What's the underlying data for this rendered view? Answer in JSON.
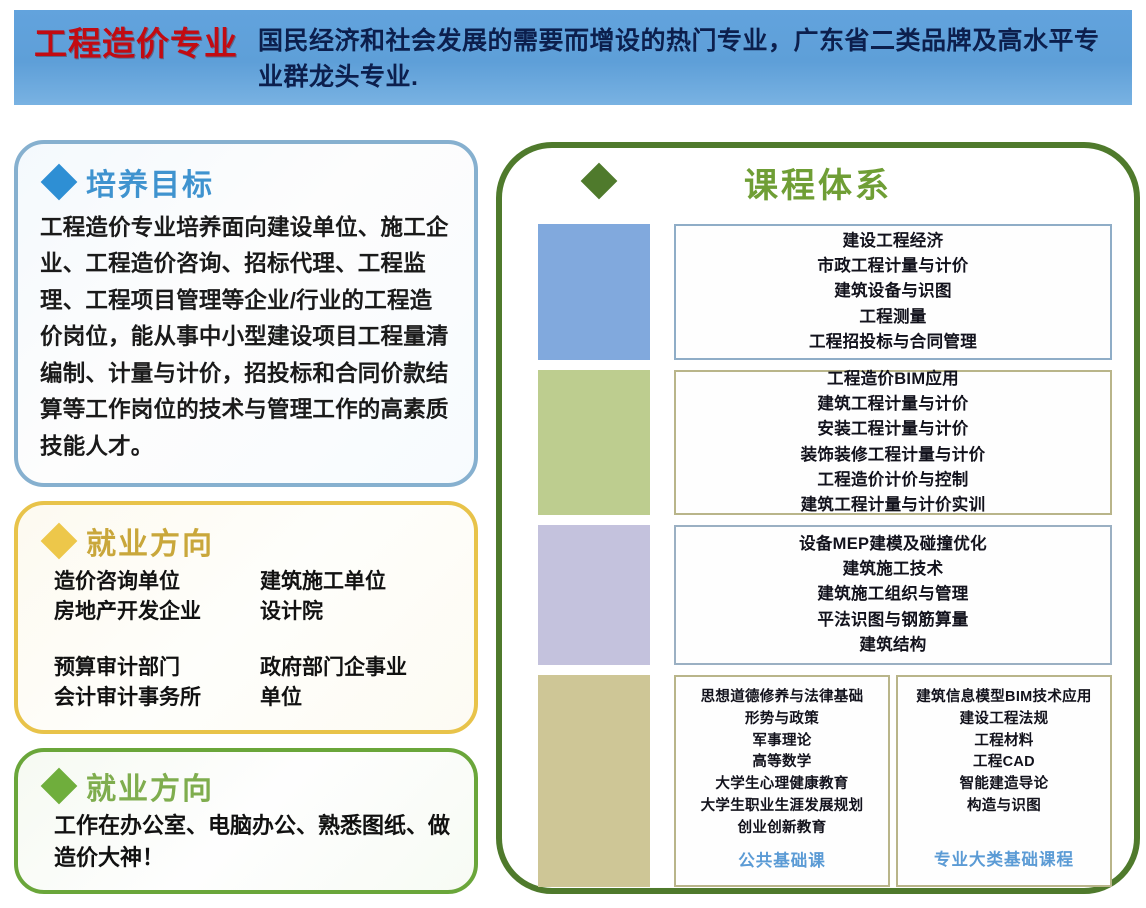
{
  "banner": {
    "title": "工程造价专业",
    "subtitle": "国民经济和社会发展的需要而增设的热门专业，广东省二类品牌及高水平专业群龙头专业."
  },
  "goal": {
    "heading": "培养目标",
    "body": "工程造价专业培养面向建设单位、施工企业、工程造价咨询、招标代理、工程监理、工程项目管理等企业/行业的工程造价岗位，能从事中小型建设项目工程量清编制、计量与计价，招投标和合同价款结算等工作岗位的技术与管理工作的高素质技能人才。"
  },
  "employment": {
    "heading": "就业方向",
    "cells": [
      "造价咨询单位\n房地产开发企业",
      "建筑施工单位\n设计院",
      "预算审计部门\n会计审计事务所",
      "政府部门企事业\n单位"
    ]
  },
  "work": {
    "heading": "就业方向",
    "body": "工作在办公室、电脑办公、熟悉图纸、做造价大神！"
  },
  "course_system": {
    "heading": "课程体系",
    "rows": [
      {
        "swatch_color": "#81a9dd",
        "courses": [
          "建设工程经济",
          "市政工程计量与计价",
          "建筑设备与识图",
          "工程测量",
          "工程招投标与合同管理"
        ]
      },
      {
        "swatch_color": "#bdcd8f",
        "courses": [
          "工程造价BIM应用",
          "建筑工程计量与计价",
          "安装工程计量与计价",
          "装饰装修工程计量与计价",
          "工程造价计价与控制",
          "建筑工程计量与计价实训"
        ]
      },
      {
        "swatch_color": "#c4c2dd",
        "courses": [
          "设备MEP建模及碰撞优化",
          "建筑施工技术",
          "建筑施工组织与管理",
          "平法识图与钢筋算量",
          "建筑结构"
        ]
      },
      {
        "swatch_color": "#cec696",
        "left_box": {
          "courses": [
            "思想道德修养与法律基础",
            "形势与政策",
            "军事理论",
            "高等数学",
            "大学生心理健康教育",
            "大学生职业生涯发展规划",
            "创业创新教育"
          ],
          "label": "公共基础课"
        },
        "right_box": {
          "courses": [
            "建筑信息模型BIM技术应用",
            "建设工程法规",
            "工程材料",
            "工程CAD",
            "智能建造导论",
            "构造与识图"
          ],
          "label": "专业大类基础课程"
        }
      }
    ]
  },
  "colors": {
    "banner_bg": "#5e9fd8",
    "banner_title": "#c20b12",
    "goal_border": "#86b0cf",
    "goal_title": "#3f93cf",
    "employ_border": "#e8c34a",
    "employ_title": "#c9a73b",
    "work_border": "#6aa63a",
    "work_title": "#7fad4e",
    "course_border": "#4f7a2c",
    "course_title": "#6f9e35",
    "course_label": "#5b9bd5"
  }
}
